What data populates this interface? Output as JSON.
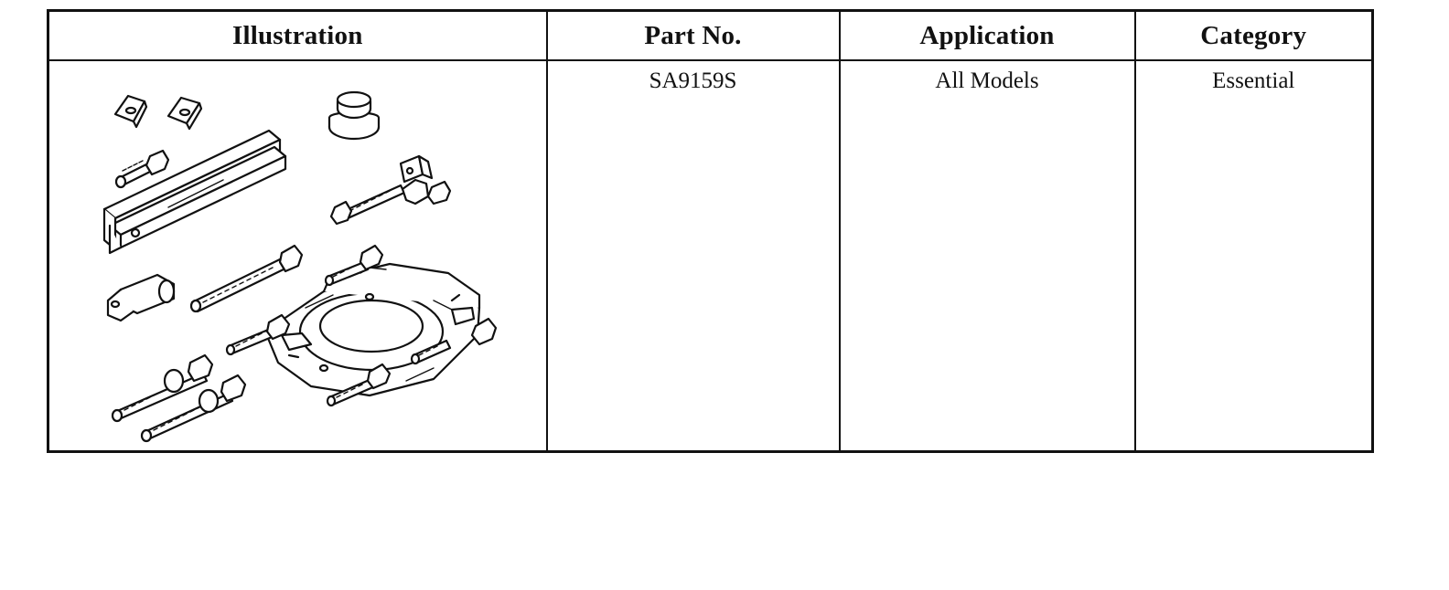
{
  "table": {
    "headers": {
      "illustration": "Illustration",
      "part_no": "Part No.",
      "application": "Application",
      "category": "Category"
    },
    "rows": [
      {
        "part_no": "SA9159S",
        "application": "All Models",
        "category": "Essential",
        "illustration_icon": "bearing-separator-kit-icon"
      }
    ]
  }
}
